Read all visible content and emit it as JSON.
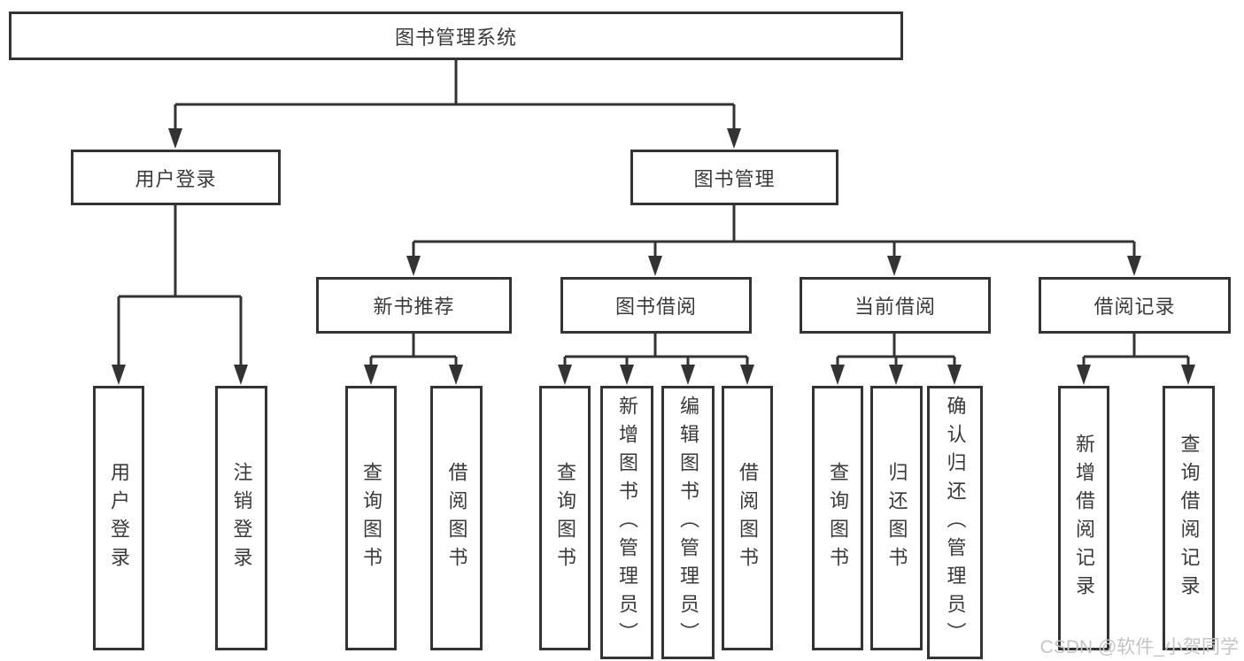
{
  "nodes": {
    "root": "图书管理系统",
    "level2": [
      "用户登录",
      "图书管理"
    ],
    "level3": [
      "新书推荐",
      "图书借阅",
      "当前借阅",
      "借阅记录"
    ],
    "group1": [
      "用户登录",
      "注销登录"
    ],
    "group2": [
      "查询图书",
      "借阅图书"
    ],
    "group3": [
      "查询图书",
      "新增图书（管理员）",
      "编辑图书（管理员）",
      "借阅图书"
    ],
    "group4": [
      "查询图书",
      "归还图书",
      "确认归还（管理员）"
    ],
    "group5": [
      "新增借阅记录",
      "查询借阅记录"
    ]
  },
  "watermark": "CSDN @软件_小贺同学",
  "colors": {
    "line": "#333333",
    "text": "#3a3a3a",
    "boxbg": "#ffffff",
    "wm": "#c4c4c4"
  }
}
